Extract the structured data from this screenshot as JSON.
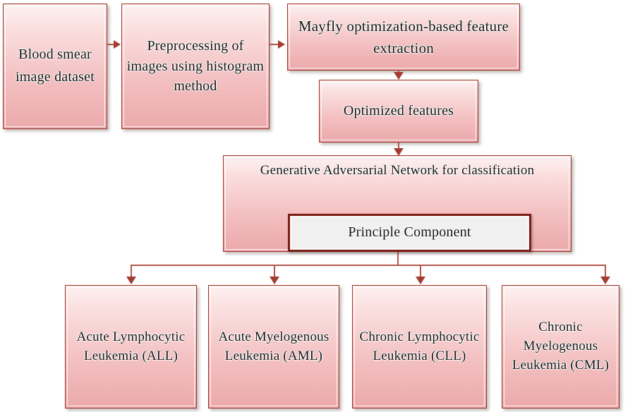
{
  "diagram": {
    "title": "Leukemia classification pipeline flowchart",
    "colors": {
      "box_border": "#9e3124",
      "box_fill_top": "#fdf2f2",
      "box_fill_bottom": "#eba9ab",
      "connector": "#b4564a",
      "arrow": "#a33d31",
      "inner_plate_fill": "#f0f0f0",
      "inner_plate_border": "#7d1d16",
      "text": "#111111",
      "background": "#ffffff"
    },
    "nodes": {
      "dataset": {
        "label": "Blood smear image dataset"
      },
      "preprocess": {
        "label": "Preprocessing of images using histogram method"
      },
      "mayfly": {
        "label": "Mayfly optimization-based feature extraction"
      },
      "optimized": {
        "label": "Optimized features"
      },
      "gan": {
        "label": "Generative Adversarial Network for classification",
        "inner_label": "Principle Component"
      }
    },
    "outcomes": [
      {
        "id": "all",
        "label": "Acute Lymphocytic Leukemia (ALL)",
        "abbr": "ALL"
      },
      {
        "id": "aml",
        "label": "Acute Myelogenous Leukemia (AML)",
        "abbr": "AML"
      },
      {
        "id": "cll",
        "label": "Chronic Lymphocytic Leukemia (CLL)",
        "abbr": "CLL"
      },
      {
        "id": "cml",
        "label": "Chronic Myelogenous Leukemia (CML)",
        "abbr": "CML"
      }
    ],
    "edges": [
      {
        "from": "dataset",
        "to": "preprocess",
        "direction": "right"
      },
      {
        "from": "preprocess",
        "to": "mayfly",
        "direction": "right"
      },
      {
        "from": "mayfly",
        "to": "optimized",
        "direction": "down"
      },
      {
        "from": "optimized",
        "to": "gan",
        "direction": "down"
      },
      {
        "from": "gan",
        "to": "all",
        "direction": "down"
      },
      {
        "from": "gan",
        "to": "aml",
        "direction": "down"
      },
      {
        "from": "gan",
        "to": "cll",
        "direction": "down"
      },
      {
        "from": "gan",
        "to": "cml",
        "direction": "down"
      }
    ]
  }
}
